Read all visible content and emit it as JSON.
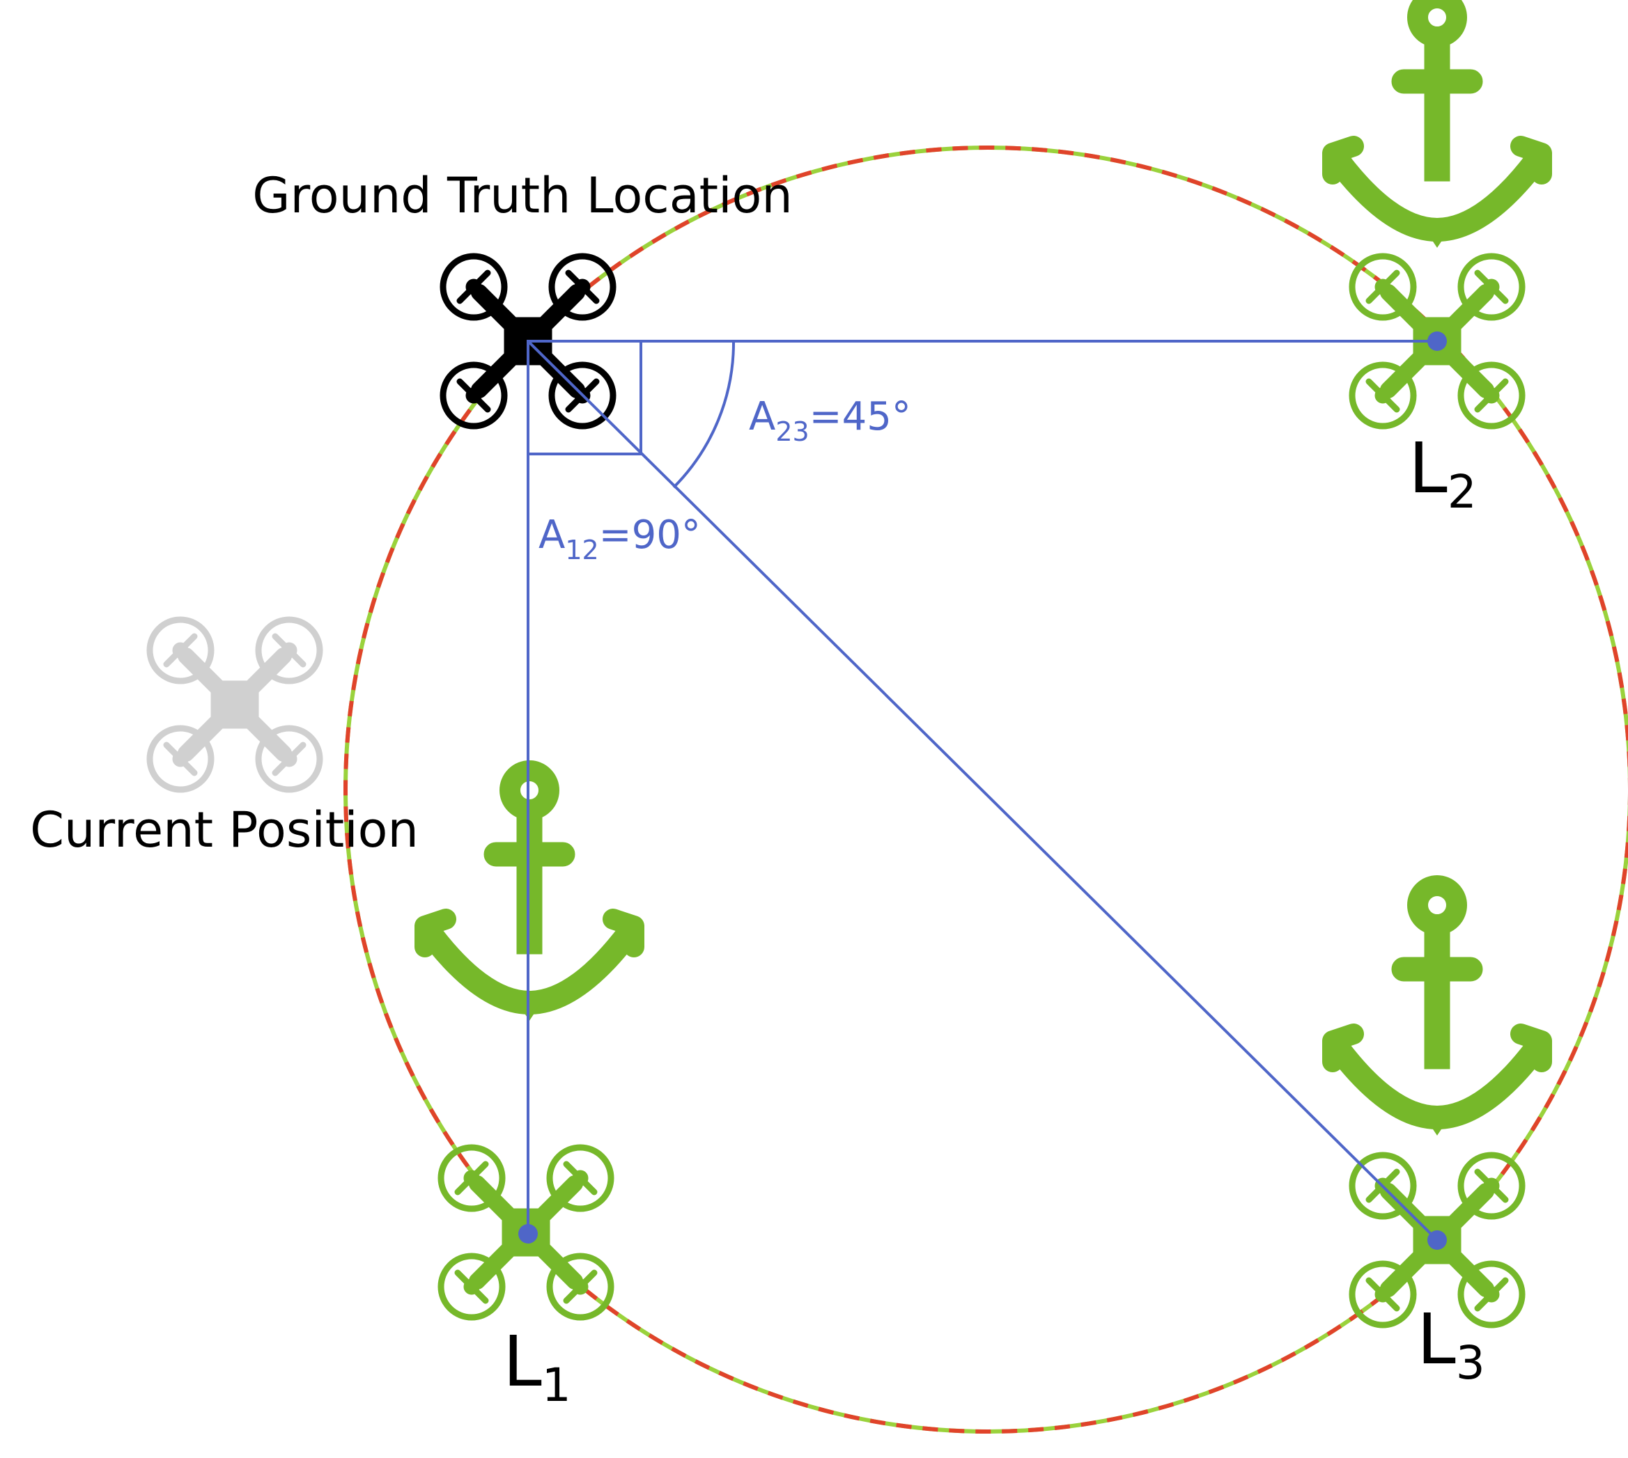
{
  "labels": {
    "ground_truth": "Ground Truth Location",
    "current_position": "Current Position"
  },
  "anchors": [
    {
      "letter": "L",
      "index": "1"
    },
    {
      "letter": "L",
      "index": "2"
    },
    {
      "letter": "L",
      "index": "3"
    }
  ],
  "angles": [
    {
      "letter": "A",
      "sub": "12",
      "value": "=90°"
    },
    {
      "letter": "A",
      "sub": "23",
      "value": "=45°"
    }
  ],
  "colors": {
    "ground_truth_drone": "#000000",
    "current_drone": "#d0d0d0",
    "anchor_green": "#76b82a",
    "geometry_blue": "#4f66c8",
    "circle_red": "#e0432a",
    "circle_green": "#9ad23c"
  }
}
